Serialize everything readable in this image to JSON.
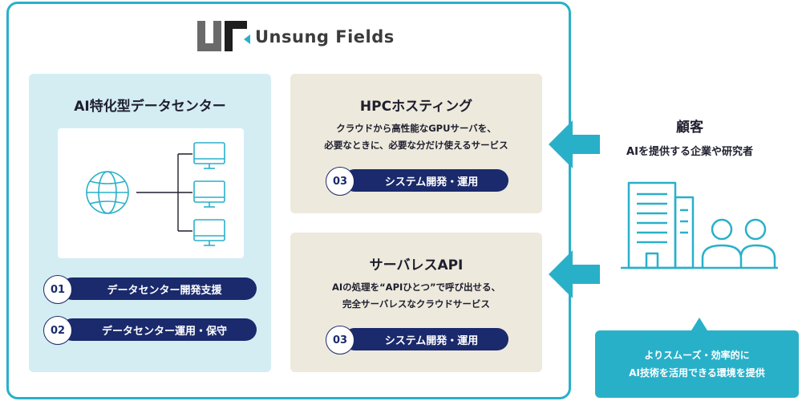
{
  "brand": {
    "name": "Unsung Fields"
  },
  "colors": {
    "accent": "#29b0c9",
    "navy": "#1a2a6c",
    "left_panel": "#d3edf3",
    "right_panel": "#ede9dc"
  },
  "left_panel": {
    "title": "AI特化型データセンター",
    "items": [
      {
        "num": "01",
        "label": "データセンター開発支援"
      },
      {
        "num": "02",
        "label": "データセンター運用・保守"
      }
    ]
  },
  "hpc": {
    "title": "HPCホスティング",
    "desc1": "クラウドから高性能なGPUサーバを、",
    "desc2": "必要なときに、必要な分だけ使えるサービス",
    "num": "03",
    "label": "システム開発・運用"
  },
  "serverless": {
    "title": "サーバレスAPI",
    "desc1": "AIの処理を“APIひとつ”で呼び出せる、",
    "desc2": "完全サーバレスなクラウドサービス",
    "num": "03",
    "label": "システム開発・運用"
  },
  "customer": {
    "title": "顧客",
    "subtitle": "AIを提供する企業や研究者",
    "bubble1": "よりスムーズ・効率的に",
    "bubble2": "AI技術を活用できる環境を提供"
  }
}
